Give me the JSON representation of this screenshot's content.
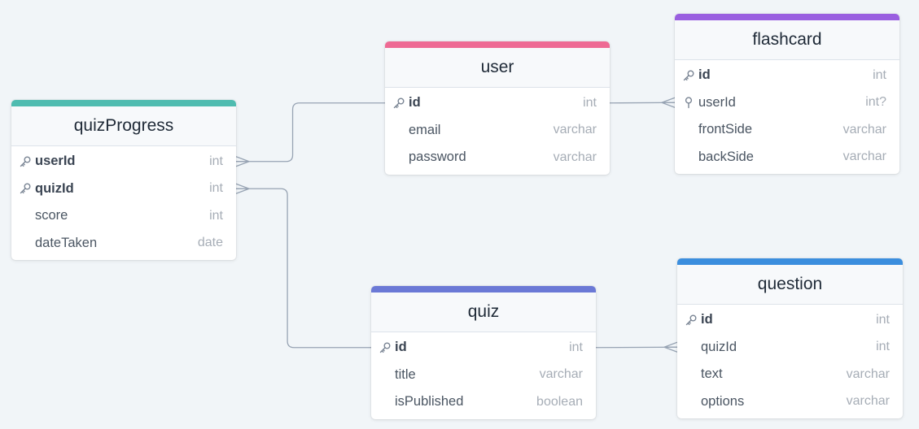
{
  "colors": {
    "background": "#f1f5f8",
    "connector": "#97a3b3"
  },
  "tables": [
    {
      "key": "quizProgress",
      "name": "quizProgress",
      "accent": "#4fbcb0",
      "fields": [
        {
          "name": "userId",
          "type": "int",
          "pk": true,
          "icon": "key-icon"
        },
        {
          "name": "quizId",
          "type": "int",
          "pk": true,
          "icon": "key-icon"
        },
        {
          "name": "score",
          "type": "int",
          "pk": false,
          "icon": ""
        },
        {
          "name": "dateTaken",
          "type": "date",
          "pk": false,
          "icon": ""
        }
      ]
    },
    {
      "key": "user",
      "name": "user",
      "accent": "#ee6a94",
      "fields": [
        {
          "name": "id",
          "type": "int",
          "pk": true,
          "icon": "key-icon"
        },
        {
          "name": "email",
          "type": "varchar",
          "pk": false,
          "icon": ""
        },
        {
          "name": "password",
          "type": "varchar",
          "pk": false,
          "icon": ""
        }
      ]
    },
    {
      "key": "flashcard",
      "name": "flashcard",
      "accent": "#9a5fe0",
      "fields": [
        {
          "name": "id",
          "type": "int",
          "pk": true,
          "icon": "key-icon"
        },
        {
          "name": "userId",
          "type": "int?",
          "pk": false,
          "icon": "pin-icon"
        },
        {
          "name": "frontSide",
          "type": "varchar",
          "pk": false,
          "icon": ""
        },
        {
          "name": "backSide",
          "type": "varchar",
          "pk": false,
          "icon": ""
        }
      ]
    },
    {
      "key": "quiz",
      "name": "quiz",
      "accent": "#6b79d6",
      "fields": [
        {
          "name": "id",
          "type": "int",
          "pk": true,
          "icon": "key-icon"
        },
        {
          "name": "title",
          "type": "varchar",
          "pk": false,
          "icon": ""
        },
        {
          "name": "isPublished",
          "type": "boolean",
          "pk": false,
          "icon": ""
        }
      ]
    },
    {
      "key": "question",
      "name": "question",
      "accent": "#3b8ede",
      "fields": [
        {
          "name": "id",
          "type": "int",
          "pk": true,
          "icon": "key-icon"
        },
        {
          "name": "quizId",
          "type": "int",
          "pk": false,
          "icon": ""
        },
        {
          "name": "text",
          "type": "varchar",
          "pk": false,
          "icon": ""
        },
        {
          "name": "options",
          "type": "varchar",
          "pk": false,
          "icon": ""
        }
      ]
    }
  ],
  "relationships": [
    {
      "from": "user.id",
      "to": "quizProgress.userId",
      "cardinality": "one-to-many"
    },
    {
      "from": "quiz.id",
      "to": "quizProgress.quizId",
      "cardinality": "one-to-many"
    },
    {
      "from": "user.id",
      "to": "flashcard.userId",
      "cardinality": "one-to-many"
    },
    {
      "from": "quiz.id",
      "to": "question.quizId",
      "cardinality": "one-to-many"
    }
  ]
}
